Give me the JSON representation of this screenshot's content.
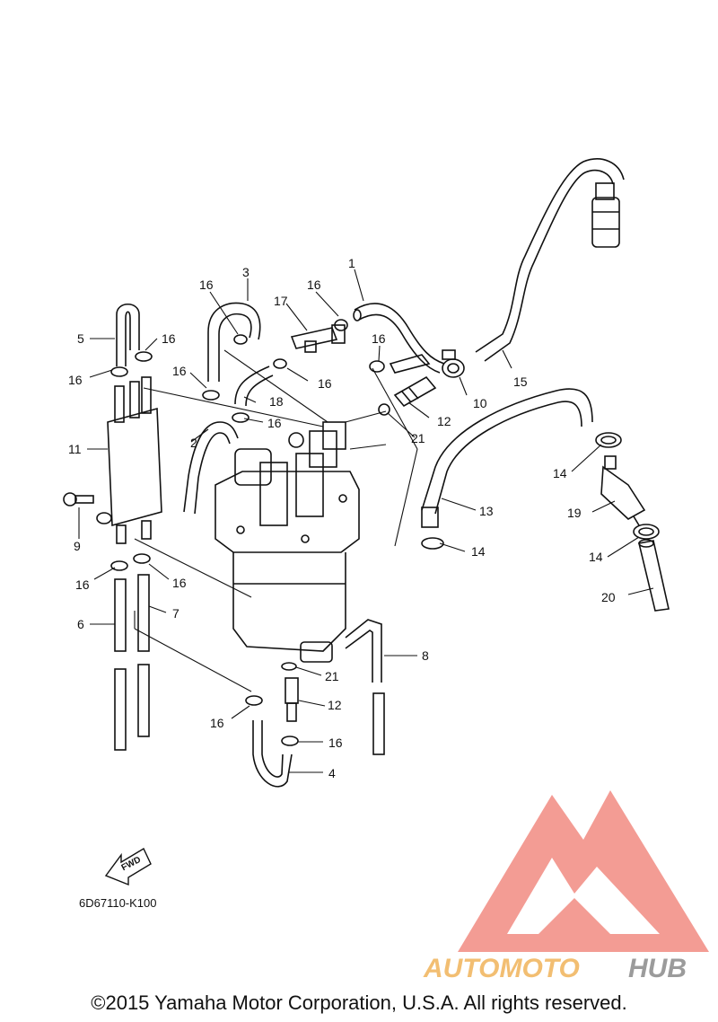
{
  "callouts": [
    {
      "id": "1",
      "label": "1"
    },
    {
      "id": "2",
      "label": "2"
    },
    {
      "id": "3",
      "label": "3"
    },
    {
      "id": "4",
      "label": "4"
    },
    {
      "id": "5",
      "label": "5"
    },
    {
      "id": "6",
      "label": "6"
    },
    {
      "id": "7",
      "label": "7"
    },
    {
      "id": "8",
      "label": "8"
    },
    {
      "id": "9",
      "label": "9"
    },
    {
      "id": "10",
      "label": "10"
    },
    {
      "id": "11",
      "label": "11"
    },
    {
      "id": "12a",
      "label": "12"
    },
    {
      "id": "12b",
      "label": "12"
    },
    {
      "id": "13",
      "label": "13"
    },
    {
      "id": "14a",
      "label": "14"
    },
    {
      "id": "14b",
      "label": "14"
    },
    {
      "id": "14c",
      "label": "14"
    },
    {
      "id": "15",
      "label": "15"
    },
    {
      "id": "16a",
      "label": "16"
    },
    {
      "id": "16b",
      "label": "16"
    },
    {
      "id": "16c",
      "label": "16"
    },
    {
      "id": "16d",
      "label": "16"
    },
    {
      "id": "16e",
      "label": "16"
    },
    {
      "id": "16f",
      "label": "16"
    },
    {
      "id": "16g",
      "label": "16"
    },
    {
      "id": "16h",
      "label": "16"
    },
    {
      "id": "16i",
      "label": "16"
    },
    {
      "id": "16j",
      "label": "16"
    },
    {
      "id": "16k",
      "label": "16"
    },
    {
      "id": "17",
      "label": "17"
    },
    {
      "id": "18",
      "label": "18"
    },
    {
      "id": "19",
      "label": "19"
    },
    {
      "id": "20",
      "label": "20"
    },
    {
      "id": "21a",
      "label": "21"
    },
    {
      "id": "21b",
      "label": "21"
    }
  ],
  "fwd_label": "FWD",
  "diagram_code": "6D67110-K100",
  "watermark": {
    "text_a": "AUTOMOTO",
    "text_b": "HUB",
    "color_a": "#f0b35a",
    "color_b": "#8a8a8a",
    "logo_color": "#f28b82"
  },
  "copyright": "©2015 Yamaha Motor Corporation, U.S.A. All rights reserved."
}
